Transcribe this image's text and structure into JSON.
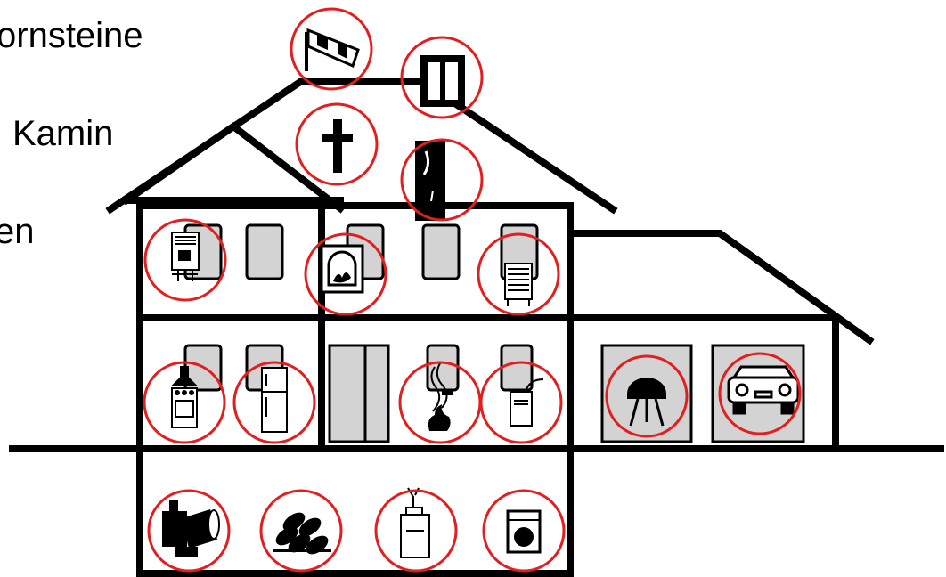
{
  "labels": [
    "ornsteine",
    "Kamin",
    "en"
  ],
  "colors": {
    "line": "#000000",
    "ring": "#e21f1f",
    "panel": "#d3d3d3",
    "background": "#ffffff"
  },
  "icons": [
    "windsock-icon",
    "chimney-top-icon",
    "cross-icon",
    "flue-pipe-icon",
    "wall-heater-icon",
    "fireplace-stove-icon",
    "radiator-icon",
    "cooker-hood-stove-icon",
    "fridge-icon",
    "open-fire-icon",
    "dehumidifier-icon",
    "barbecue-grill-icon",
    "car-icon",
    "oil-boiler-icon",
    "firewood-icon",
    "gas-boiler-icon",
    "washing-machine-icon"
  ]
}
